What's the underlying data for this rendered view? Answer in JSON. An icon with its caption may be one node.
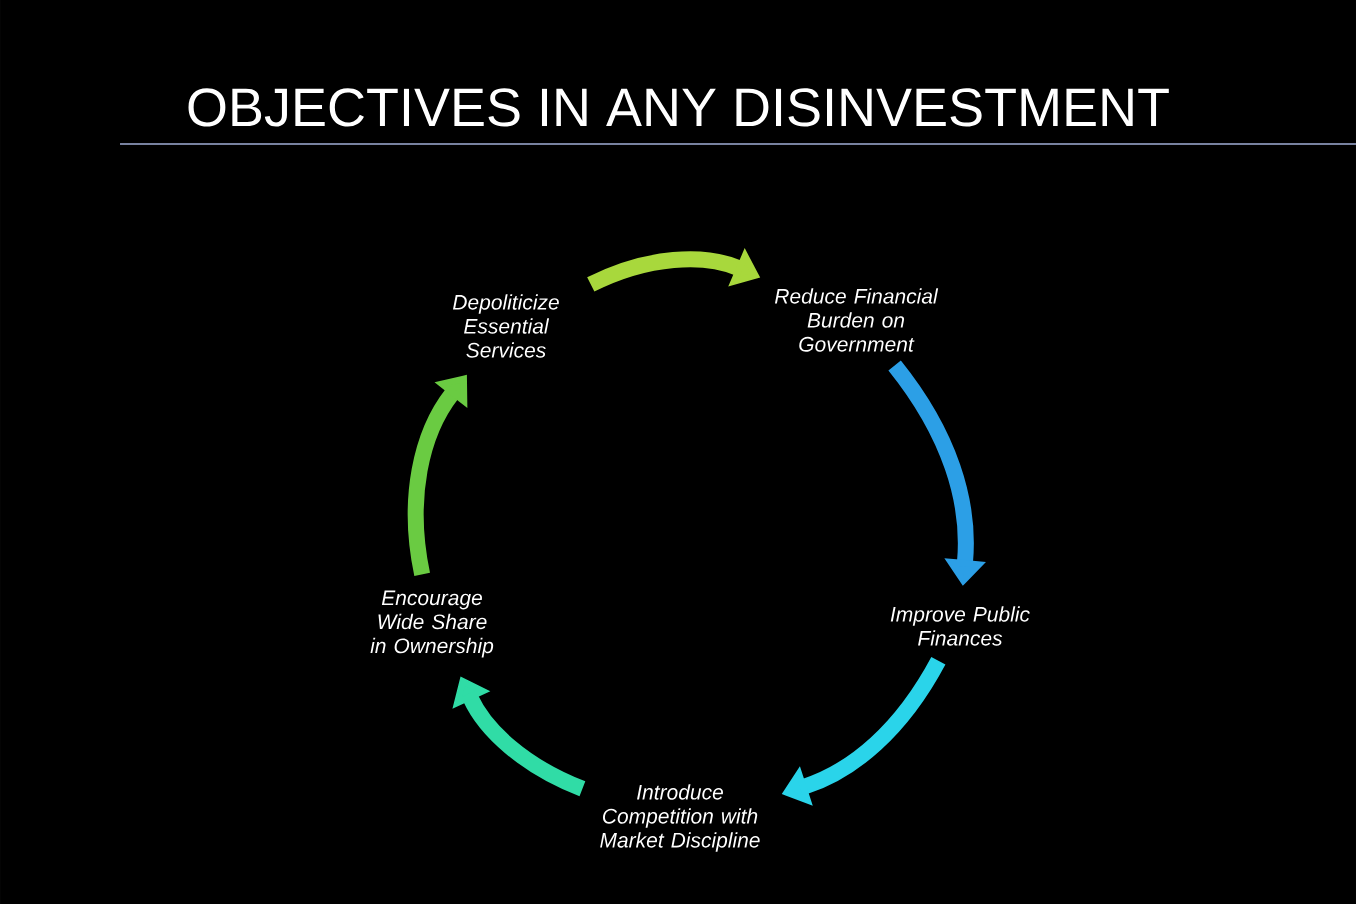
{
  "diagram": {
    "title": "OBJECTIVES IN ANY DISINVESTMENT",
    "nodes": [
      {
        "text": [
          "Depoliticize Essential Services"
        ]
      },
      {
        "text": [
          "Reduce Financial Burden on Government"
        ]
      },
      {
        "text": [
          "Improve Public Finances"
        ]
      },
      {
        "text": [
          "Introduce Competition with Market Discipline"
        ]
      },
      {
        "text": [
          "Encourage Wide Share in Ownership"
        ]
      }
    ],
    "edges": [
      {
        "from": 0,
        "to": 1,
        "arrow": "to",
        "color": "#a8d83c"
      },
      {
        "from": 1,
        "to": 2,
        "arrow": "to",
        "color": "#2c9fe6"
      },
      {
        "from": 2,
        "to": 3,
        "arrow": "to",
        "color": "#2ad4ea"
      },
      {
        "from": 3,
        "to": 4,
        "arrow": "to",
        "color": "#30dca6"
      },
      {
        "from": 4,
        "to": 0,
        "arrow": "to",
        "color": "#6acb42"
      }
    ]
  }
}
